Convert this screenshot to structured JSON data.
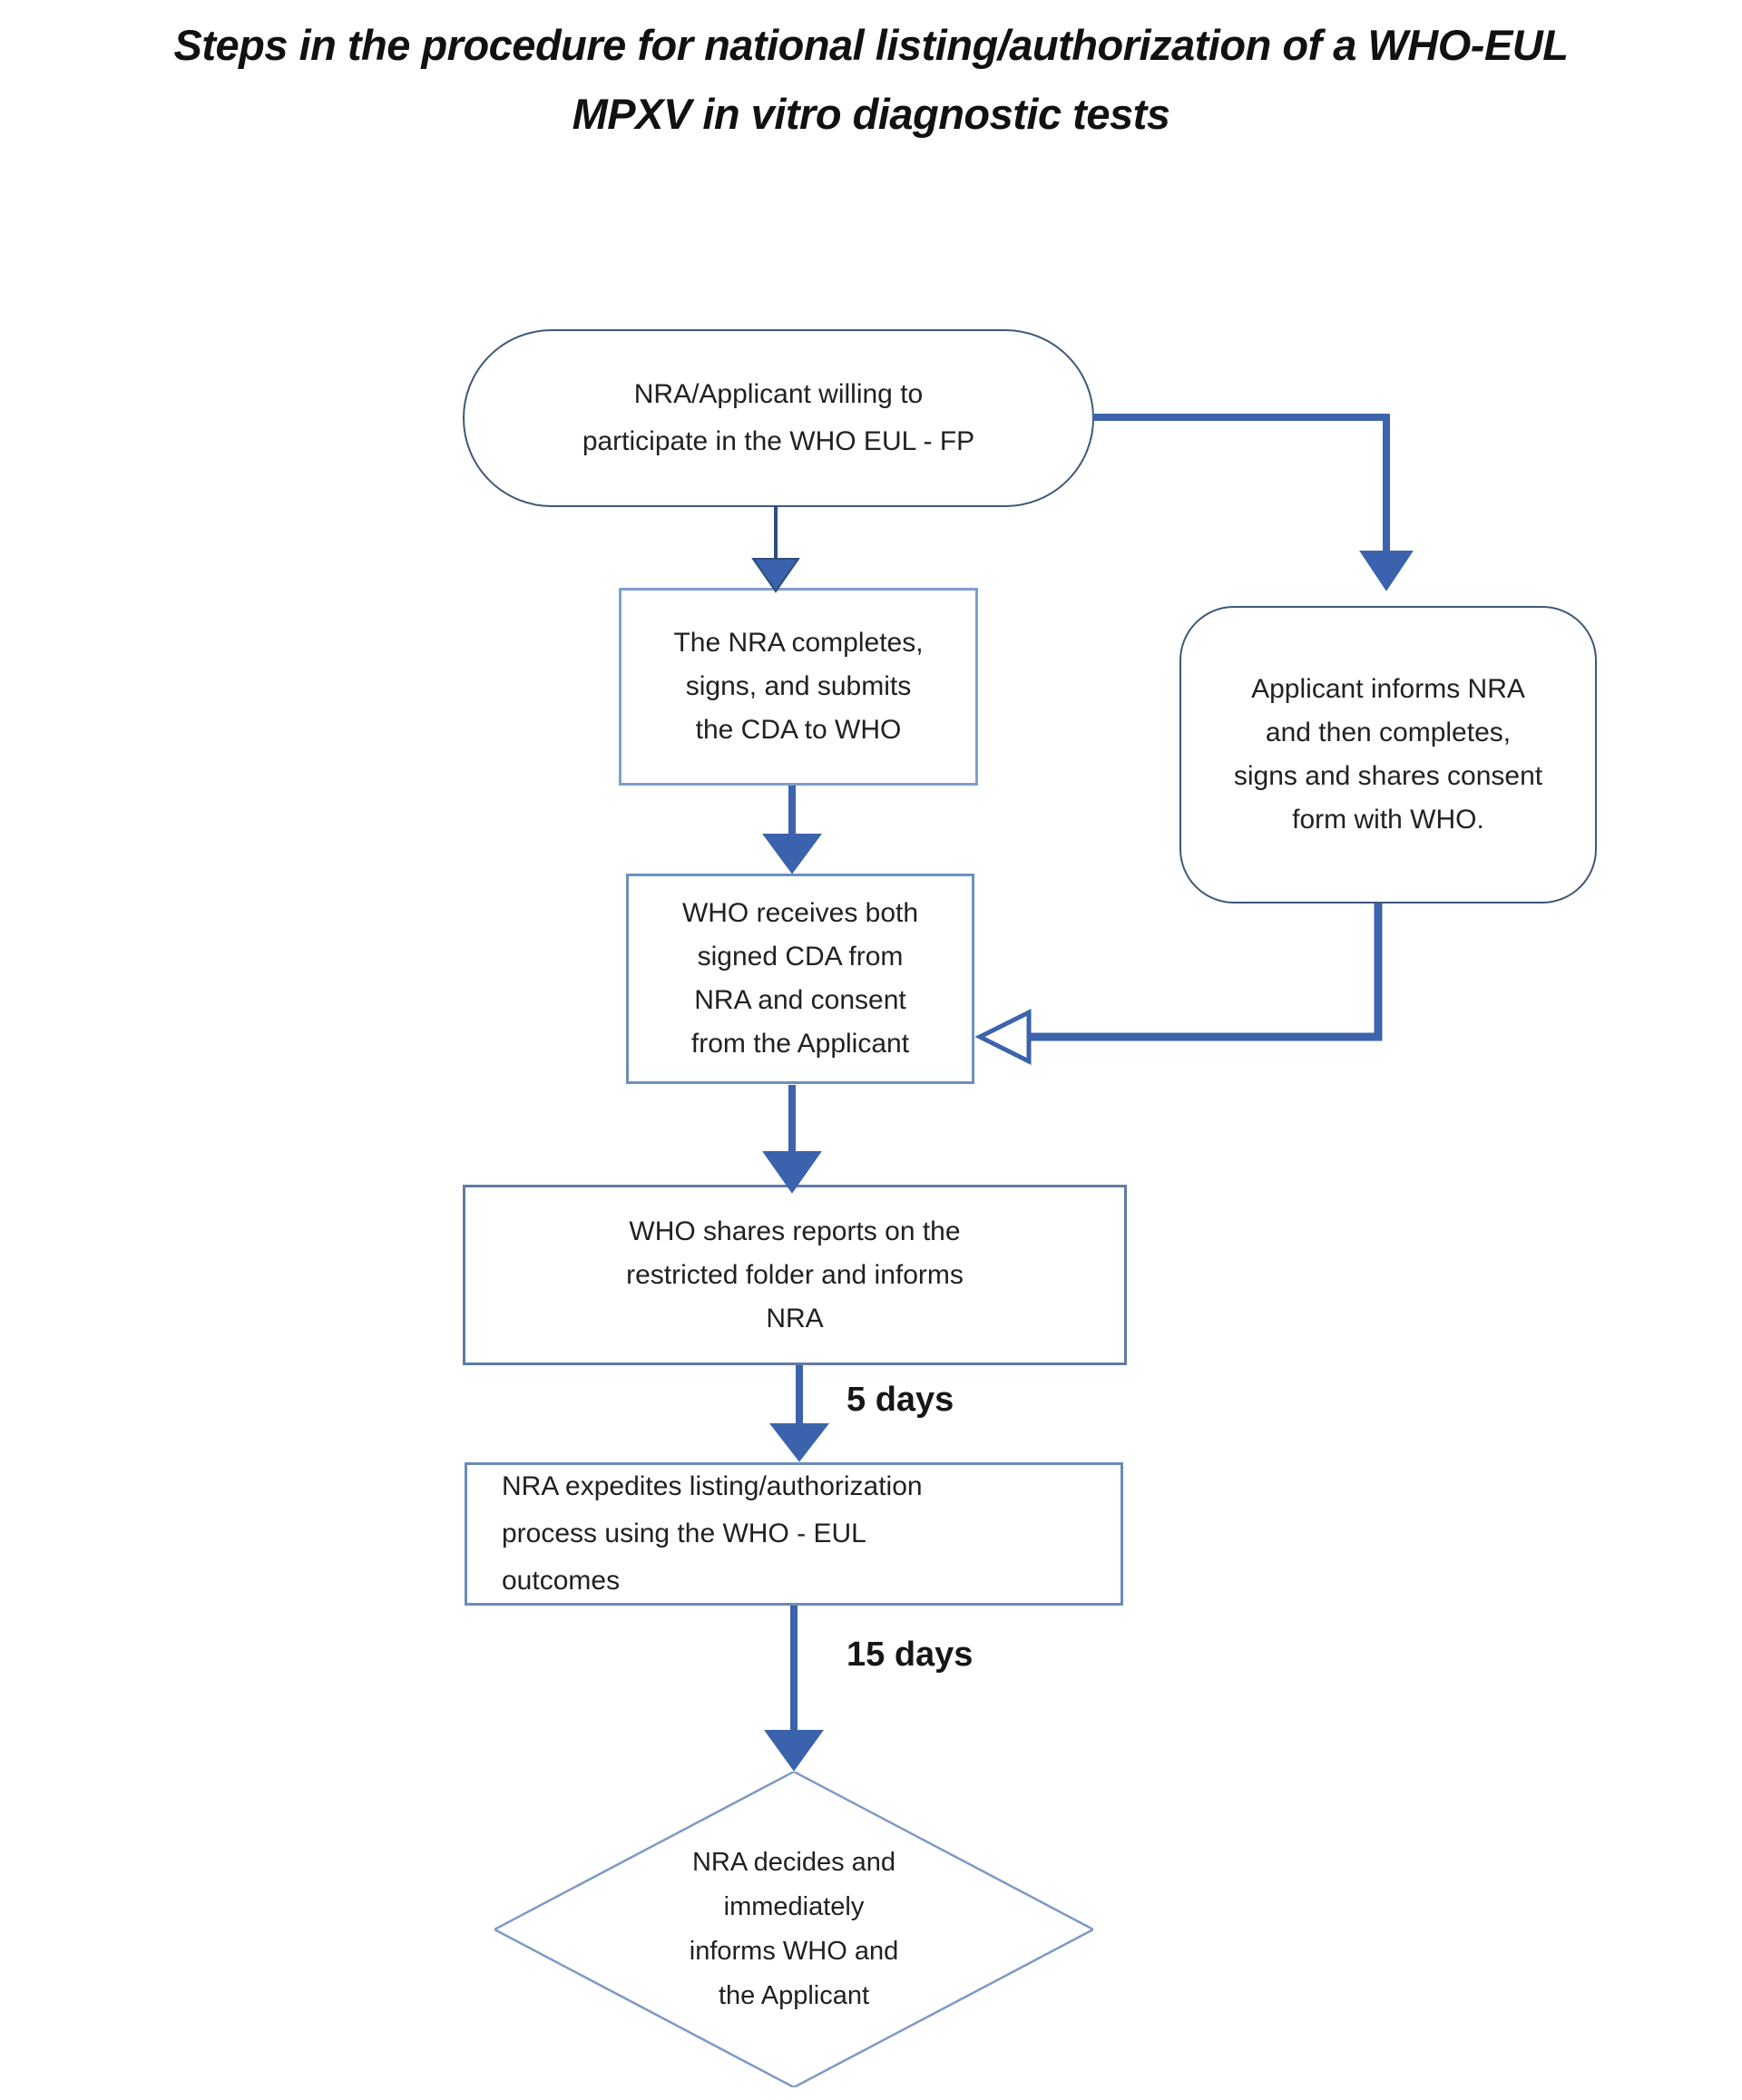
{
  "title": "Steps in the procedure for national listing/authorization of a WHO-EUL\nMPXV in vitro diagnostic tests",
  "nodes": {
    "start": {
      "type": "terminator",
      "label": "NRA/Applicant willing to\nparticipate in the WHO EUL - FP"
    },
    "nra_cda": {
      "type": "process",
      "label": "The NRA completes,\nsigns, and submits\nthe CDA to WHO"
    },
    "applicant_consent": {
      "type": "terminator",
      "label": "Applicant informs NRA\nand then completes,\nsigns and shares consent\nform with WHO."
    },
    "who_receives": {
      "type": "process",
      "label": "WHO receives both\nsigned CDA from\nNRA and consent\nfrom the Applicant"
    },
    "who_shares": {
      "type": "process",
      "label": "WHO shares reports on the\nrestricted folder and informs\nNRA"
    },
    "nra_expedites": {
      "type": "process",
      "label": "NRA expedites listing/authorization\nprocess using the WHO - EUL\noutcomes"
    },
    "nra_decides": {
      "type": "decision",
      "label": "NRA decides and\nimmediately\ninforms WHO and\nthe Applicant"
    }
  },
  "edge_labels": {
    "five_days": "5 days",
    "fifteen_days": "15 days"
  },
  "colors": {
    "arrow": "#3c63ab",
    "arrow_dark_stem": "#2e4d7c",
    "border_dark": "#3e5878",
    "border_light": "#7da0cc",
    "text": "#212121"
  }
}
